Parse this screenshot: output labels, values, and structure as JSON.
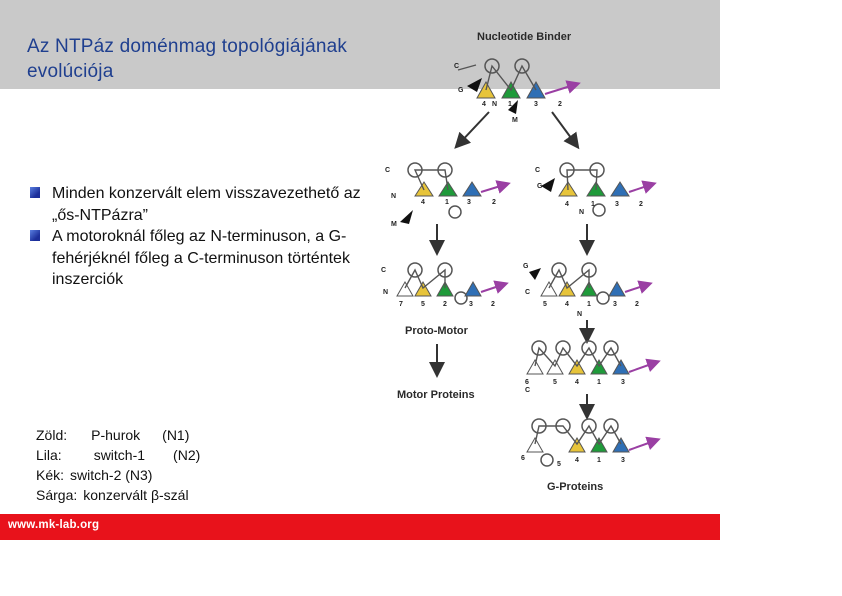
{
  "slide": {
    "title": "Az NTPáz doménmag topológiájának evolúciója",
    "bullets": [
      "Minden konzervált elem visszavezethető az „ős-NTPázra”",
      "A motoroknál főleg az N-terminuson, a G-fehérjéknél főleg a C-terminuson történtek inszerciók"
    ],
    "legend": [
      {
        "color": "Zöld:",
        "text": "P-hurok",
        "code": "(N1)"
      },
      {
        "color": "Lila:",
        "text": "switch-1",
        "code": "(N2)"
      },
      {
        "color": "Kék:",
        "text": "switch-2 (N3)",
        "code": ""
      },
      {
        "color": "Sárga:",
        "text": "konzervált β-szál",
        "code": ""
      }
    ],
    "footer": "www.mk-lab.org"
  },
  "figure": {
    "labels": {
      "nucleotide_binder": "Nucleotide Binder",
      "proto_motor": "Proto-Motor",
      "motor_proteins": "Motor Proteins",
      "g_proteins": "G-Proteins"
    },
    "colors": {
      "green": "#1f9a3a",
      "yellow": "#e7c43a",
      "purple": "#9a3fa3",
      "blue": "#2f6fb5",
      "arrow": "#333333"
    }
  }
}
